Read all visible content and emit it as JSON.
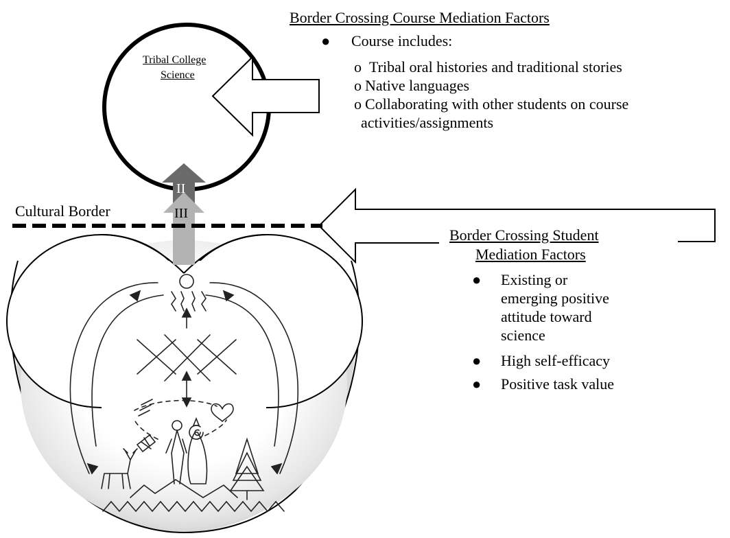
{
  "course_factors": {
    "title": "Border Crossing Course Mediation Factors",
    "main_bullet": "Course includes:",
    "sub_bullets": [
      "Tribal oral histories and traditional stories",
      "Native languages",
      "Collaborating with other students on course",
      "activities/assignments"
    ]
  },
  "science_circle": {
    "label_line1": "Tribal College",
    "label_line2": "Science"
  },
  "cultural_border": {
    "label": "Cultural Border"
  },
  "arrows": {
    "upper_label": "II",
    "lower_label": "III"
  },
  "student_factors": {
    "title_line1": "Border Crossing Student",
    "title_line2": "Mediation Factors",
    "bullets": [
      {
        "lines": [
          "Existing or",
          "emerging positive",
          "attitude toward",
          "science"
        ]
      },
      {
        "lines": [
          "High self-efficacy"
        ]
      },
      {
        "lines": [
          "Positive task value"
        ]
      }
    ]
  },
  "colors": {
    "arrow_dark": "#6a6a6a",
    "arrow_light": "#b3b3b3",
    "bowl_shade": "#d9d9d9",
    "line": "#000000"
  }
}
